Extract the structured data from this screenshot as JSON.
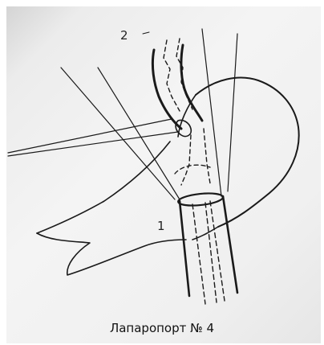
{
  "figure": {
    "caption": "Лапаропорт № 4",
    "labels": {
      "trocar": "1",
      "esophagus": "2"
    },
    "colors": {
      "ink": "#1a1a1a",
      "paper": "#f0f0f0"
    }
  }
}
